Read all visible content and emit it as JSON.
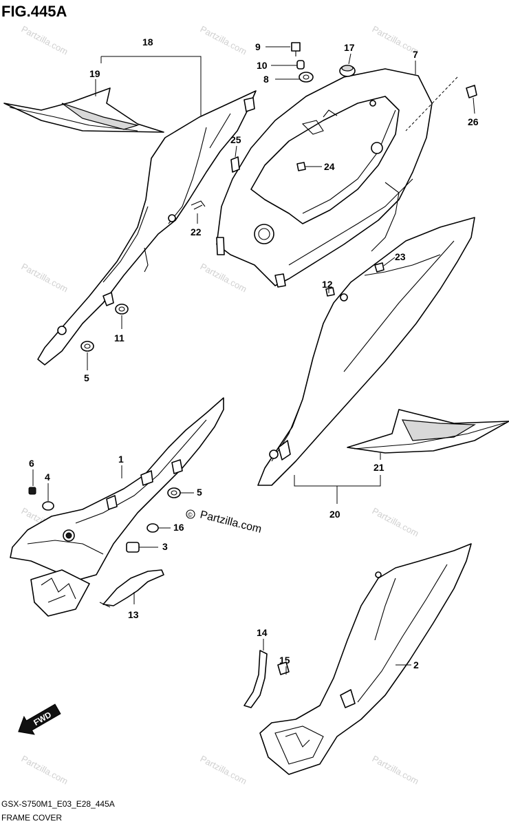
{
  "figure": {
    "title": "FIG.445A",
    "model_code": "GSX-S750M1_E03_E28_445A",
    "name": "FRAME COVER"
  },
  "watermark": {
    "text": "Partzilla.com",
    "symbol": "©"
  },
  "fwd_label": "FWD",
  "callouts": [
    "18",
    "19",
    "9",
    "10",
    "8",
    "17",
    "7",
    "26",
    "25",
    "24",
    "22",
    "23",
    "12",
    "11",
    "5",
    "6",
    "4",
    "1",
    "5",
    "16",
    "3",
    "13",
    "21",
    "20",
    "14",
    "15",
    "2"
  ]
}
